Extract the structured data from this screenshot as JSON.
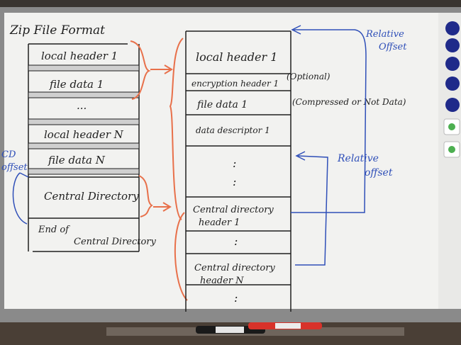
{
  "board": {
    "title": "Zip File Format",
    "left_column": {
      "blocks": [
        "local header 1",
        "file data 1",
        "...",
        "local header N",
        "file data N",
        "Central Directory"
      ],
      "end_line1": "End of",
      "end_line2": "Central Directory",
      "side_label_line1": "CD",
      "side_label_line2": "offset"
    },
    "right_column": {
      "blocks": [
        "local header 1",
        "encryption header 1",
        "file data 1",
        "data descriptor 1"
      ],
      "dots": ":",
      "cd_header1_line1": "Central directory",
      "cd_header1_line2": "header 1",
      "cd_headerN_line1": "Central directory",
      "cd_headerN_line2": "header N"
    },
    "annotations": {
      "optional": "(Optional)",
      "compressed": "(Compressed or Not Data)",
      "relative_offset_top_line1": "Relative",
      "relative_offset_top_line2": "Offset",
      "relative_offset_mid_line1": "Relative",
      "relative_offset_mid_line2": "offset"
    }
  },
  "colors": {
    "board": "#f2f2f0",
    "frame": "#6b6b6b",
    "ink_black": "#1f1f1f",
    "ink_orange": "#e8704a",
    "ink_blue": "#2f4fb8",
    "magnet": "#1f2a8a",
    "tray": "#4a3f36"
  },
  "icons": [
    "magnet-icon",
    "pin-icon",
    "marker-pen"
  ]
}
